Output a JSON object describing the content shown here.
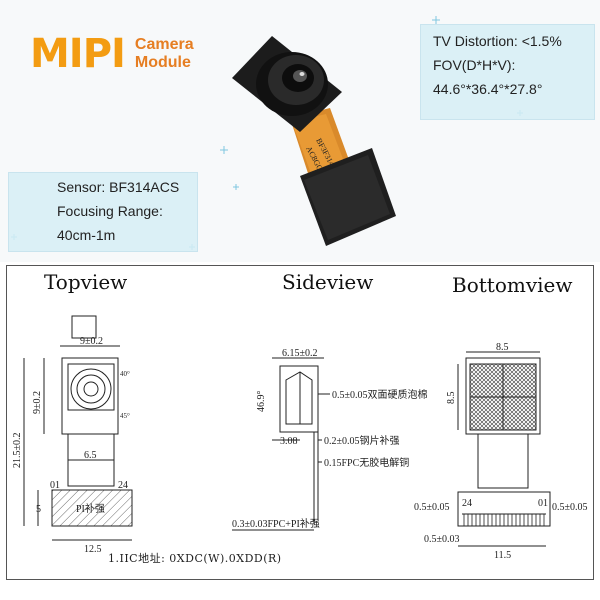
{
  "header": {
    "brand_title": "MIPI",
    "brand_subtitle_line1": "Camera",
    "brand_subtitle_line2": "Module"
  },
  "specs_right": {
    "line1": "TV Distortion: <1.5%",
    "line2": "FOV(D*H*V):",
    "line3": "44.6°*36.4°*27.8°"
  },
  "specs_left": {
    "line1": "Sensor: BF314ACS",
    "line2": "Focusing Range:",
    "line3": "40cm-1m"
  },
  "module_print": {
    "line1": "BF3F314",
    "line2": "AC8GC"
  },
  "views": {
    "top": "Topview",
    "side": "Sideview",
    "bottom": "Bottomview"
  },
  "dimensions": {
    "top_width": "9±0.2",
    "top_height": "9±0.2",
    "total_length": "21.5±0.2",
    "fpc_width": "6.5",
    "stiffener_height": "5",
    "base_width": "12.5",
    "pin_left": "01",
    "pin_right": "24",
    "stiffener_label": "PI补强",
    "angle1": "40°",
    "angle2": "45°"
  },
  "side_dimensions": {
    "top": "6.15±0.2",
    "angle": "46.9°",
    "base": "3.08",
    "note1": "0.5±0.05双面硬质泡棉",
    "note2": "0.2±0.05钢片补强",
    "note3": "0.15FPC无胶电解铜",
    "note4": "0.3±0.03FPC+PI补强"
  },
  "bottom_dimensions": {
    "width": "8.5",
    "height": "8.5",
    "pad_left": "0.5±0.05",
    "pad_right": "0.5±0.05",
    "pin_left": "24",
    "pin_right": "01",
    "base_left": "0.5±0.03",
    "base_width": "11.5"
  },
  "footer_note": "1.IIC地址: 0XDC(W).0XDD(R)"
}
